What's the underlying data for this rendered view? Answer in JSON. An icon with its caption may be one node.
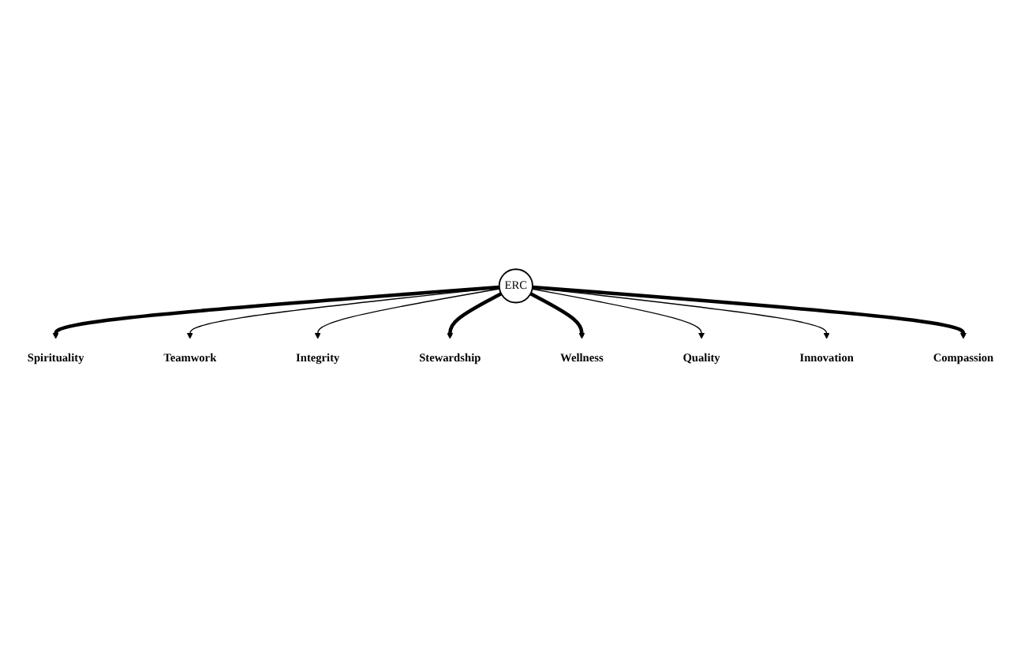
{
  "diagram": {
    "nodes": [
      {
        "text": [
          "ERC"
        ]
      },
      {
        "text": [
          "Spirituality"
        ]
      },
      {
        "text": [
          "Teamwork"
        ]
      },
      {
        "text": [
          "Integrity"
        ]
      },
      {
        "text": [
          "Stewardship"
        ]
      },
      {
        "text": [
          "Wellness"
        ]
      },
      {
        "text": [
          "Quality"
        ]
      },
      {
        "text": [
          "Innovation"
        ]
      },
      {
        "text": [
          "Compassion"
        ]
      }
    ],
    "edges": [
      {
        "from": 0,
        "to": 1,
        "arrow": "to",
        "style": "thick"
      },
      {
        "from": 0,
        "to": 2,
        "arrow": "to"
      },
      {
        "from": 0,
        "to": 3,
        "arrow": "to"
      },
      {
        "from": 0,
        "to": 4,
        "arrow": "to",
        "style": "thick"
      },
      {
        "from": 0,
        "to": 5,
        "arrow": "to",
        "style": "thick"
      },
      {
        "from": 0,
        "to": 6,
        "arrow": "to"
      },
      {
        "from": 0,
        "to": 7,
        "arrow": "to"
      },
      {
        "from": 0,
        "to": 8,
        "arrow": "to",
        "style": "thick"
      }
    ]
  }
}
